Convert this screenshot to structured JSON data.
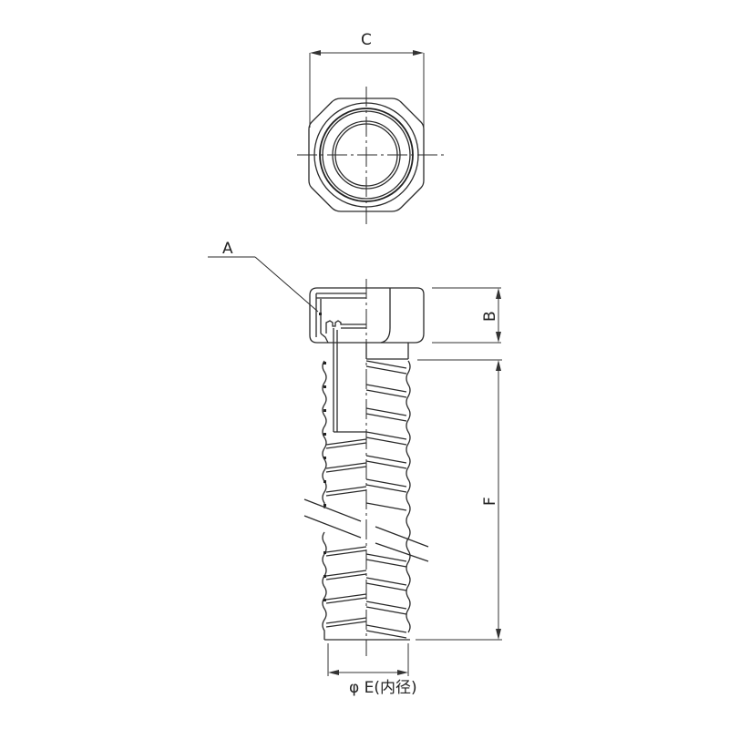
{
  "drawing": {
    "type": "technical-drawing",
    "subject": "flexible corrugated hose with nut fitting",
    "views": [
      "top-view",
      "side-section-view"
    ]
  },
  "labels": {
    "C": "C",
    "A": "A",
    "B": "B",
    "F": "F",
    "E": "φ E(内径)"
  },
  "colors": {
    "line": "#2a2a2a",
    "background": "#ffffff"
  }
}
